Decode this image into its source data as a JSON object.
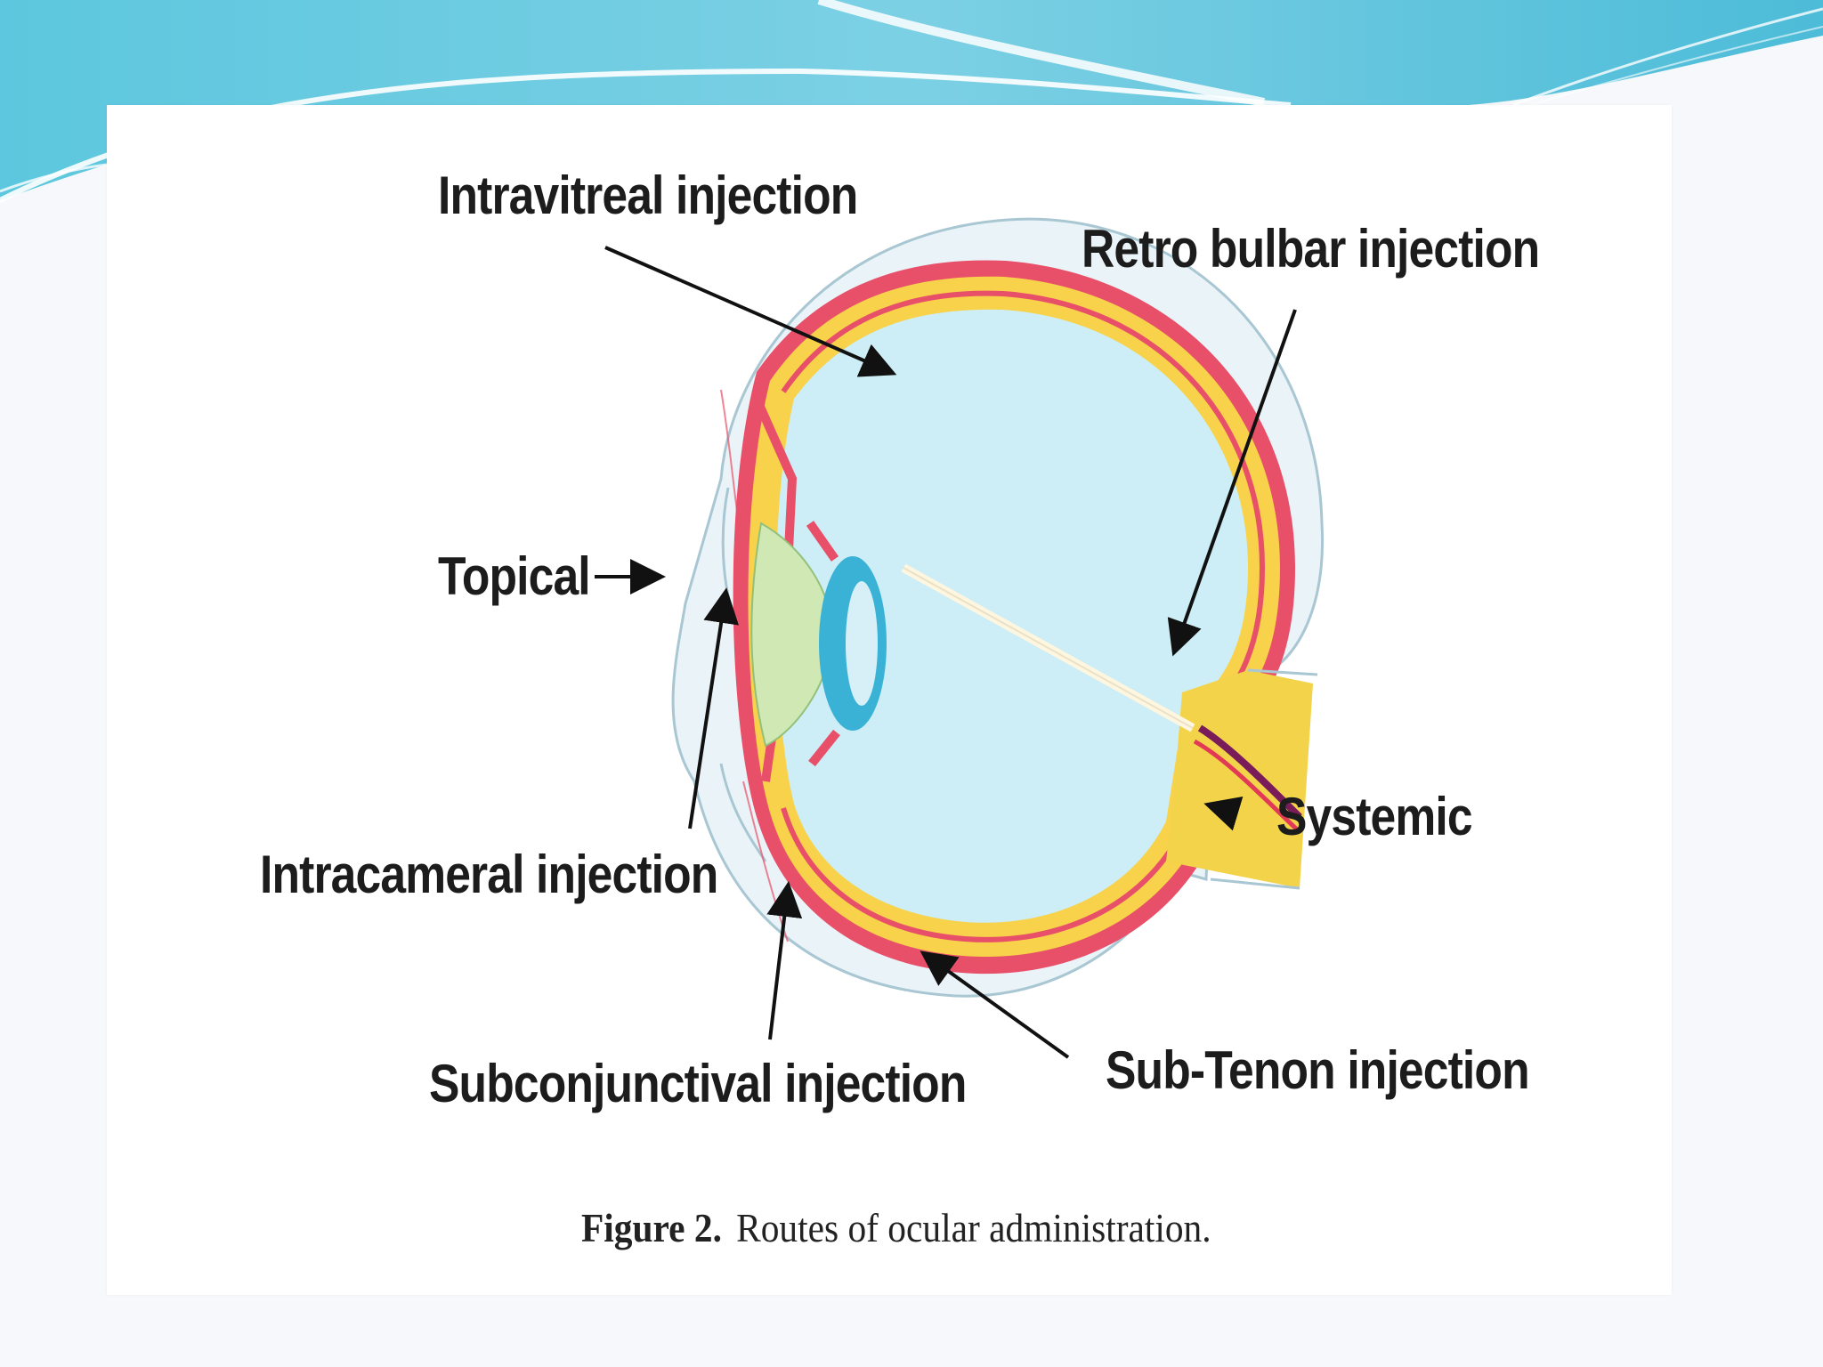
{
  "labels": {
    "intravitreal": "Intravitreal injection",
    "retro_bulbar": "Retro bulbar injection",
    "topical": "Topical",
    "intracameral": "Intracameral injection",
    "systemic": "Systemic",
    "subconjunctival": "Subconjunctival injection",
    "sub_tenon": "Sub-Tenon injection"
  },
  "caption": {
    "label": "Figure 2.",
    "text": "Routes of ocular administration."
  },
  "colors": {
    "header_teal": "#5ec8dd",
    "vitreous": "#cdeef6",
    "retina_red": "#e8506a",
    "choroid_yellow": "#f8d24a",
    "cornea_green": "#cfe8b4",
    "lens_blue": "#3ab2d6",
    "optic_nerve": "#f3d349"
  }
}
